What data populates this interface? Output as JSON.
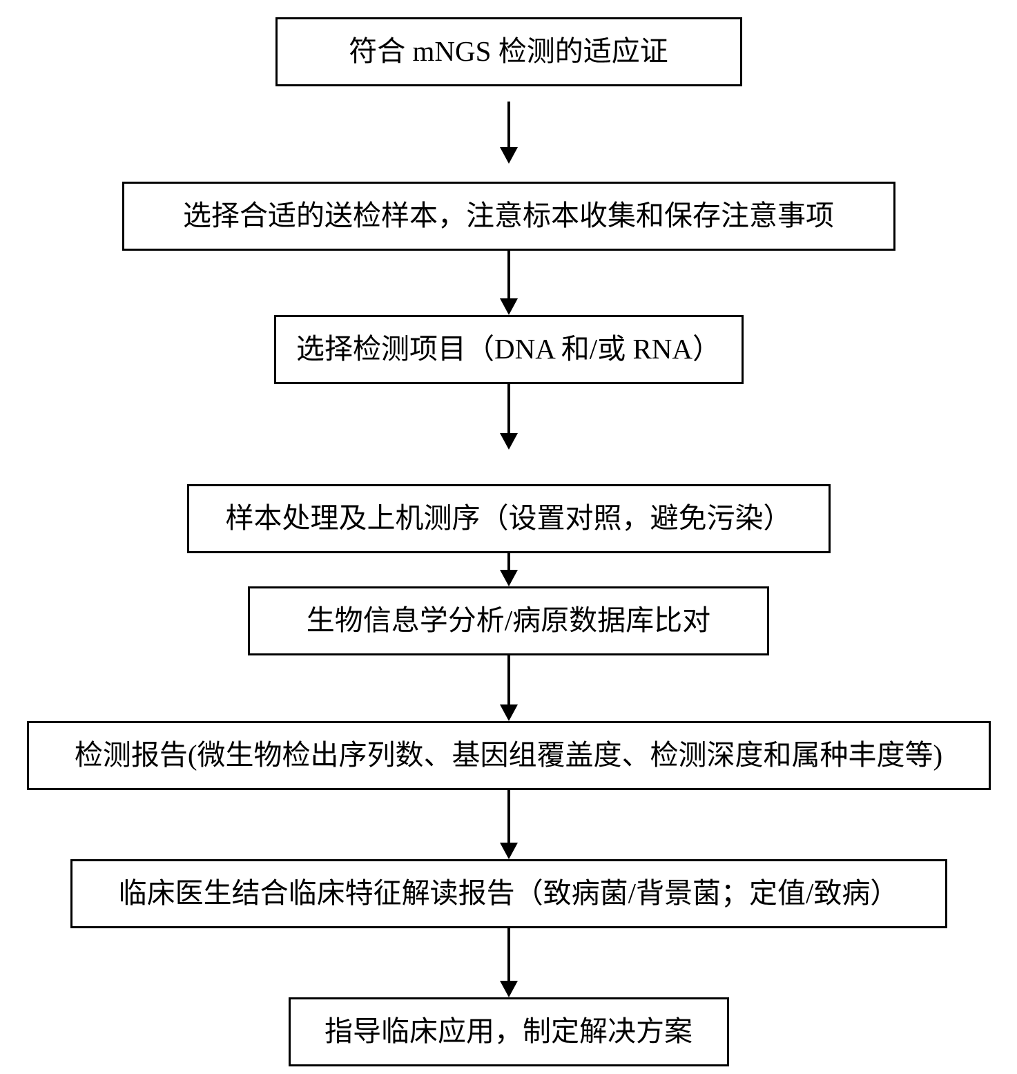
{
  "diagram": {
    "type": "flowchart",
    "direction": "top-to-bottom",
    "colors": {
      "background": "#ffffff",
      "box_border": "#000000",
      "text": "#000000",
      "arrow": "#000000"
    },
    "steps": [
      "符合 mNGS 检测的适应证",
      "选择合适的送检样本，注意标本收集和保存注意事项",
      "选择检测项目（DNA 和/或 RNA）",
      "样本处理及上机测序（设置对照，避免污染）",
      "生物信息学分析/病原数据库比对",
      "检测报告(微生物检出序列数、基因组覆盖度、检测深度和属种丰度等)",
      "临床医生结合临床特征解读报告（致病菌/背景菌；定值/致病）",
      "指导临床应用，制定解决方案"
    ]
  }
}
